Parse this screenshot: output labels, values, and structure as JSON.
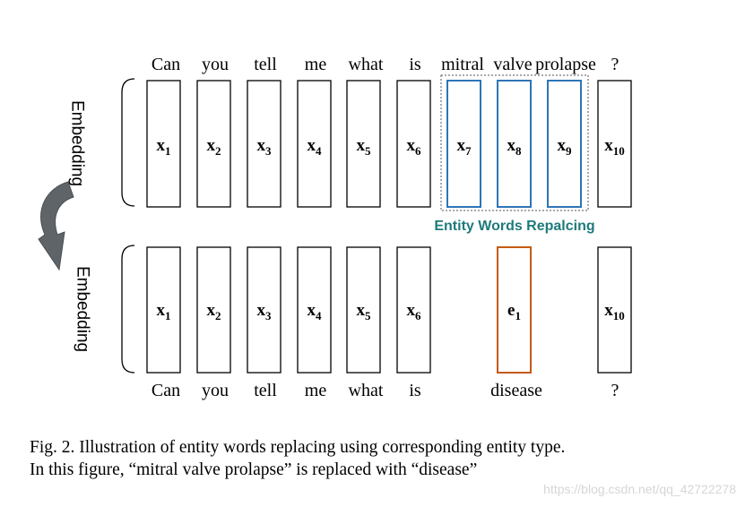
{
  "top_row": {
    "axis_label": "Embedding",
    "words": [
      "Can",
      "you",
      "tell",
      "me",
      "what",
      "is",
      "mitral",
      "valve",
      "prolapse",
      "?"
    ],
    "tokens": [
      {
        "base": "x",
        "sub": "1",
        "highlight": false
      },
      {
        "base": "x",
        "sub": "2",
        "highlight": false
      },
      {
        "base": "x",
        "sub": "3",
        "highlight": false
      },
      {
        "base": "x",
        "sub": "4",
        "highlight": false
      },
      {
        "base": "x",
        "sub": "5",
        "highlight": false
      },
      {
        "base": "x",
        "sub": "6",
        "highlight": false
      },
      {
        "base": "x",
        "sub": "7",
        "highlight": true
      },
      {
        "base": "x",
        "sub": "8",
        "highlight": true
      },
      {
        "base": "x",
        "sub": "9",
        "highlight": true
      },
      {
        "base": "x",
        "sub": "10",
        "highlight": false
      }
    ]
  },
  "entity_label": "Entity Words Repalcing",
  "bottom_row": {
    "axis_label": "Embedding",
    "words": [
      "Can",
      "you",
      "tell",
      "me",
      "what",
      "is",
      "disease",
      "?"
    ],
    "tokens": [
      {
        "base": "x",
        "sub": "1",
        "entity": false
      },
      {
        "base": "x",
        "sub": "2",
        "entity": false
      },
      {
        "base": "x",
        "sub": "3",
        "entity": false
      },
      {
        "base": "x",
        "sub": "4",
        "entity": false
      },
      {
        "base": "x",
        "sub": "5",
        "entity": false
      },
      {
        "base": "x",
        "sub": "6",
        "entity": false
      },
      {
        "base": "e",
        "sub": "1",
        "entity": true
      },
      {
        "base": "x",
        "sub": "10",
        "entity": false
      }
    ]
  },
  "caption": {
    "line1": "Fig. 2.  Illustration of entity words replacing using corresponding entity type.",
    "line2": "In this figure, “mitral valve prolapse” is replaced with “disease”"
  },
  "watermark": "https://blog.csdn.net/qq_42722278",
  "colors": {
    "box": "#000000",
    "highlight_box": "#2e75b6",
    "entity_box": "#c55a11",
    "entity_label": "#1f7a7a",
    "arrow": "#5f6468",
    "dashed": "#555555"
  }
}
